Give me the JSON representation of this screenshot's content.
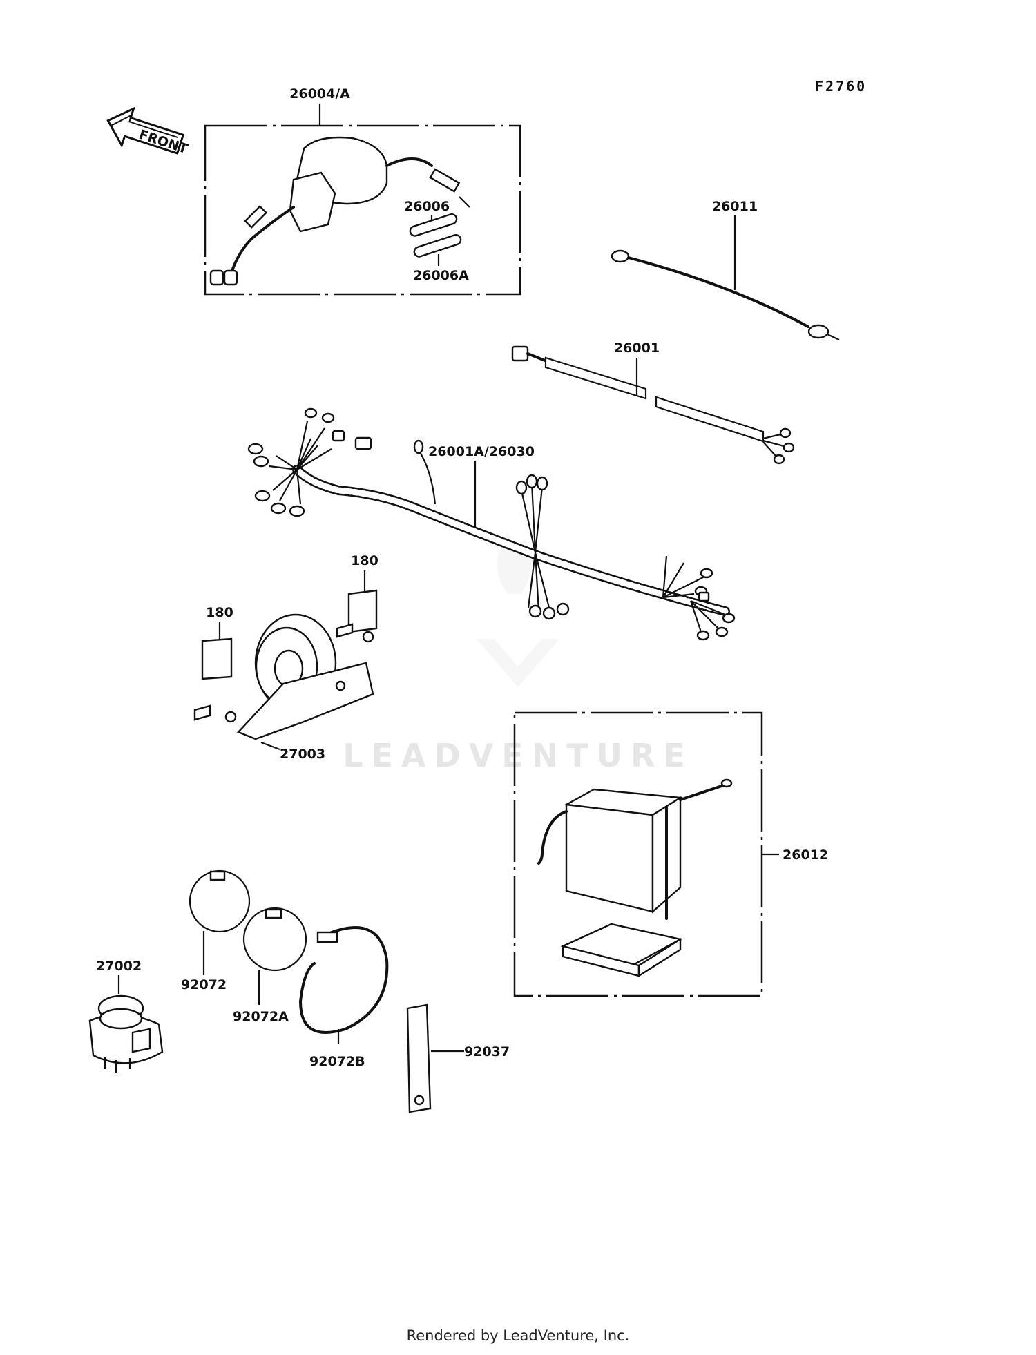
{
  "diagram": {
    "code": "F2760",
    "front_label": "FRONT",
    "watermark": "LEADVENTURE",
    "parts": {
      "p26004": "26004/A",
      "p26006": "26006",
      "p26006a": "26006A",
      "p26011": "26011",
      "p26001": "26001",
      "p26001a": "26001A/26030",
      "p180a": "180",
      "p180b": "180",
      "p27003": "27003",
      "p26012": "26012",
      "p27002": "27002",
      "p92072": "92072",
      "p92072a": "92072A",
      "p92072b": "92072B",
      "p92037": "92037"
    }
  },
  "footer": "Rendered by LeadVenture, Inc."
}
